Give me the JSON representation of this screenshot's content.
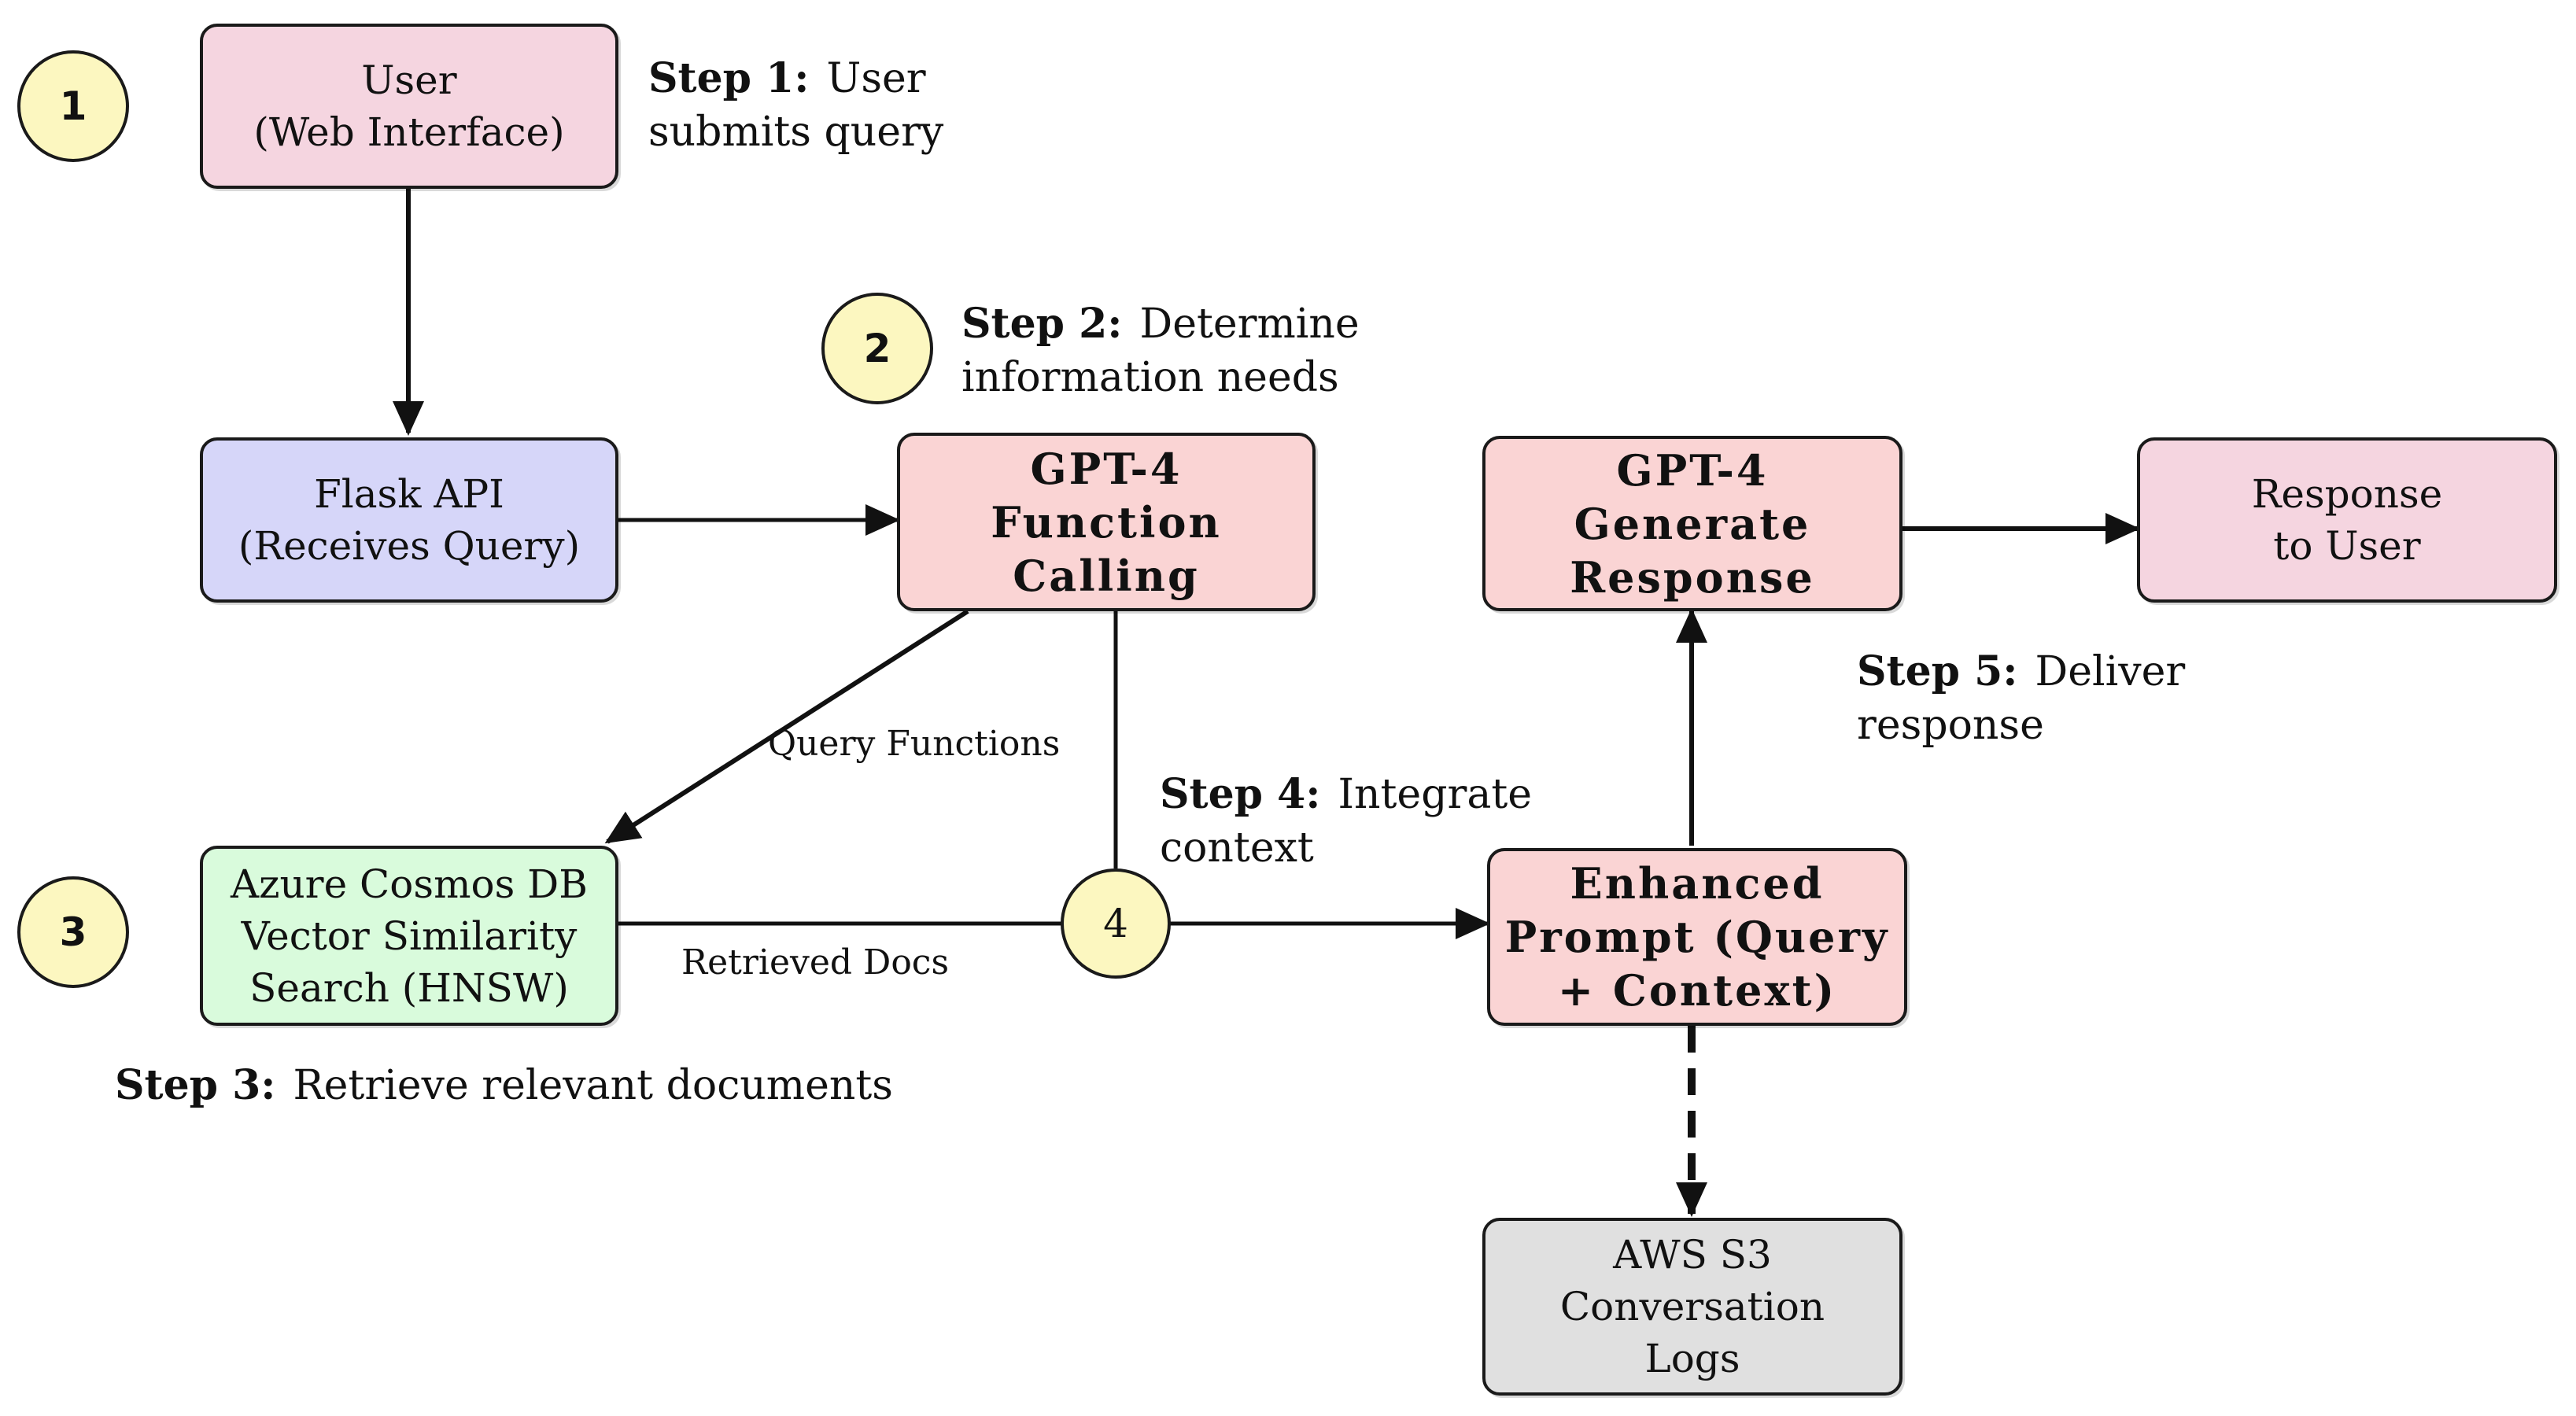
{
  "colors": {
    "pink": "#f5d5e0",
    "lavender": "#d6d6f9",
    "salmon": "#fad4d4",
    "mint": "#d9fbdc",
    "gray": "#e0e0e0",
    "circle_yellow": "#fcf7c0",
    "line": "#111111"
  },
  "nodes": {
    "user": "User\n(Web Interface)",
    "flask": "Flask API\n(Receives Query)",
    "gpt_function": "GPT-4\nFunction\nCalling",
    "cosmos": "Azure Cosmos DB\nVector Similarity\nSearch (HNSW)",
    "enhanced_prompt": "Enhanced\nPrompt (Query\n+ Context)",
    "gpt_generate": "GPT-4\nGenerate\nResponse",
    "response": "Response\nto User",
    "s3": "AWS S3\nConversation\nLogs"
  },
  "circles": {
    "c1": "1",
    "c2": "2",
    "c3": "3",
    "c4": "4"
  },
  "steps": {
    "step1": {
      "label": "Step 1:",
      "line1": "User",
      "line2": "submits query"
    },
    "step2": {
      "label": "Step 2:",
      "line1": "Determine",
      "line2": "information needs"
    },
    "step3": {
      "label": "Step 3:",
      "line1": "Retrieve relevant documents"
    },
    "step4": {
      "label": "Step 4:",
      "line1": "Integrate",
      "line2": "context"
    },
    "step5": {
      "label": "Step 5:",
      "line1": "Deliver",
      "line2": "response"
    }
  },
  "edge_labels": {
    "query_functions": "Query Functions",
    "retrieved_docs": "Retrieved Docs"
  }
}
